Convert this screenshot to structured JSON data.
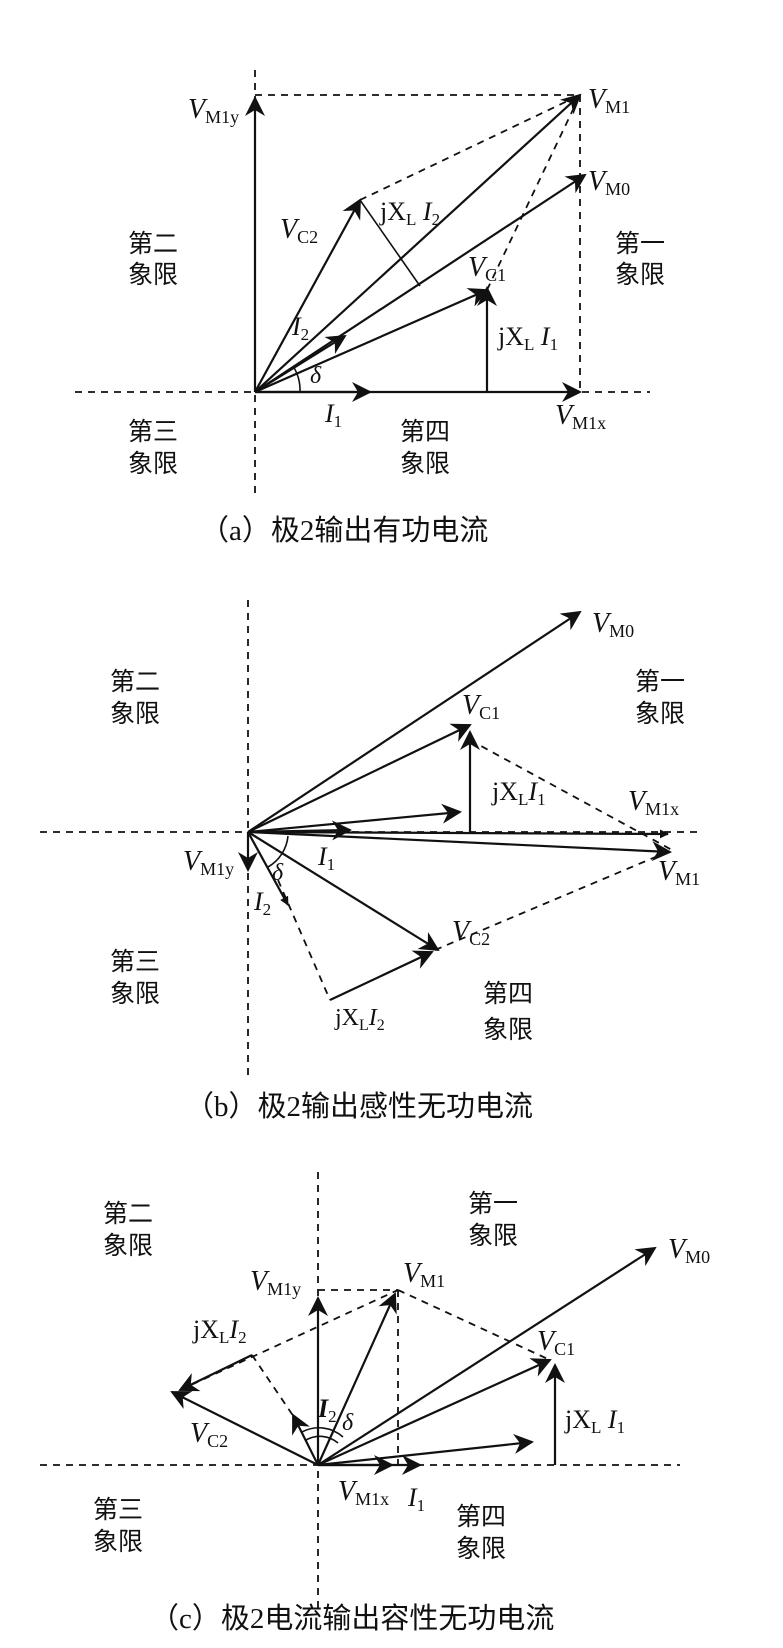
{
  "quadrants": {
    "q1": [
      "第一",
      "象限"
    ],
    "q2": [
      "第二",
      "象限"
    ],
    "q3": [
      "第三",
      "象限"
    ],
    "q4": [
      "第四",
      "象限"
    ]
  },
  "captions": {
    "a": "（a）极2输出有功电流",
    "b": "（b）极2输出感性无功电流",
    "c": "（c）极2电流输出容性无功电流"
  },
  "symbols": {
    "V": "V",
    "I": "I",
    "jX": "jX",
    "delta": "δ",
    "M1": "M1",
    "M0": "M0",
    "M1x": "M1x",
    "M1y": "M1y",
    "C1": "C1",
    "C2": "C2",
    "L": "L",
    "one": "1",
    "two": "2"
  }
}
